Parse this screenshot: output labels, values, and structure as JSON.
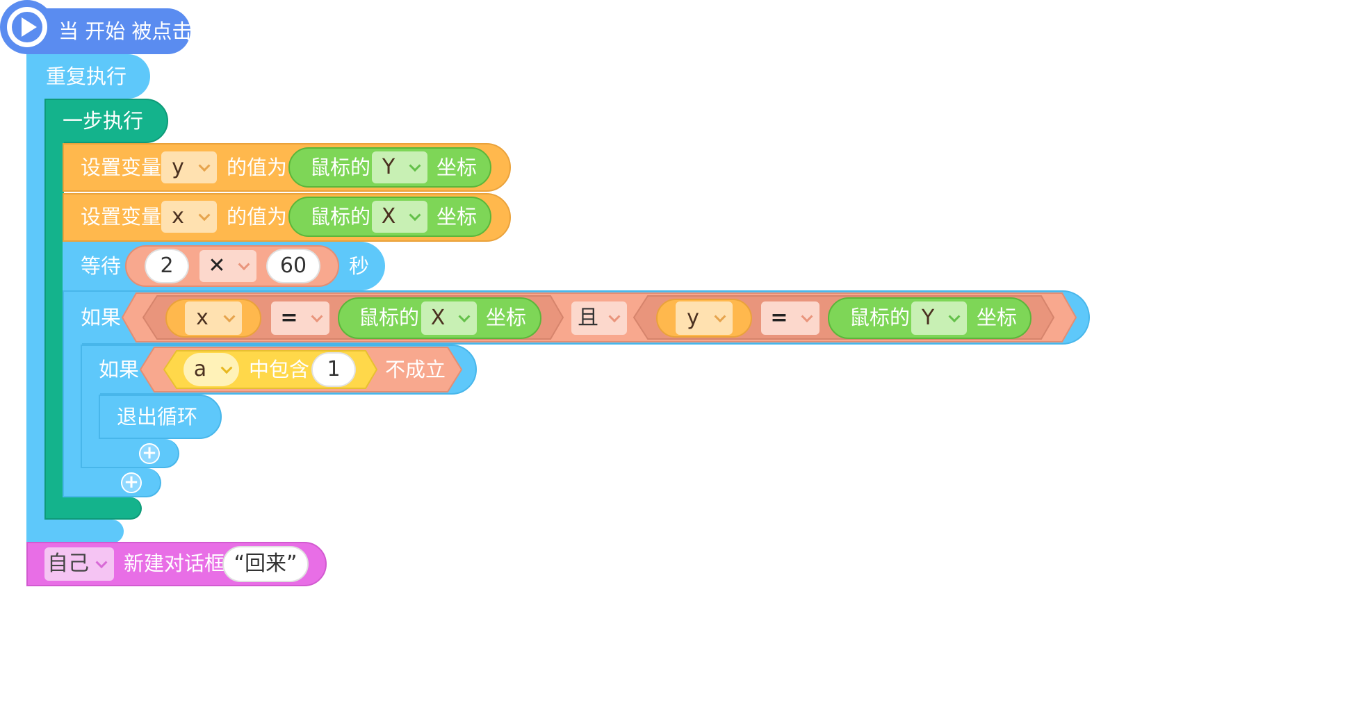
{
  "hat": {
    "label": "当 开始 被点击",
    "color": "#5a8cf0"
  },
  "repeat": {
    "label": "重复执行",
    "color": "#5ec8fa"
  },
  "step": {
    "label": "一步执行",
    "color": "#14b38c"
  },
  "set_y": {
    "label_set": "设置变量",
    "var": "y",
    "label_value": "的值为",
    "reporter": {
      "label_a": "鼠标的",
      "axis": "Y",
      "label_b": "坐标"
    }
  },
  "set_x": {
    "label_set": "设置变量",
    "var": "x",
    "label_value": "的值为",
    "reporter": {
      "label_a": "鼠标的",
      "axis": "X",
      "label_b": "坐标"
    }
  },
  "wait": {
    "label": "等待",
    "left": "2",
    "operator": "✕",
    "right": "60",
    "unit": "秒"
  },
  "if_outer": {
    "label": "如果",
    "left_cmp": {
      "var": "x",
      "op": "=",
      "reporter": {
        "label_a": "鼠标的",
        "axis": "X",
        "label_b": "坐标"
      }
    },
    "logic": "且",
    "right_cmp": {
      "var": "y",
      "op": "=",
      "reporter": {
        "label_a": "鼠标的",
        "axis": "Y",
        "label_b": "坐标"
      }
    }
  },
  "if_inner": {
    "label": "如果",
    "list_var": "a",
    "contains": "中包含",
    "value": "1",
    "negate": "不成立"
  },
  "break": {
    "label": "退出循环"
  },
  "dialog": {
    "target": "自己",
    "label": "新建对话框",
    "text": "“回来”",
    "color": "#e86ee6"
  }
}
